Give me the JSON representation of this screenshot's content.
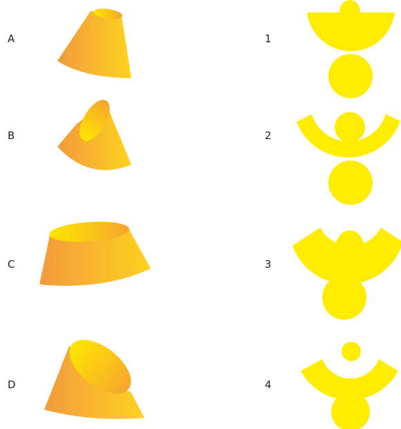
{
  "labels": {
    "a": "A",
    "b": "B",
    "c": "C",
    "d": "D",
    "n1": "1",
    "n2": "2",
    "n3": "3",
    "n4": "4"
  },
  "colors": {
    "cone_dark": "#f29a3c",
    "cone_light": "#ffd21f",
    "cone_cut": "#ffe600",
    "development": "#ffec00"
  }
}
